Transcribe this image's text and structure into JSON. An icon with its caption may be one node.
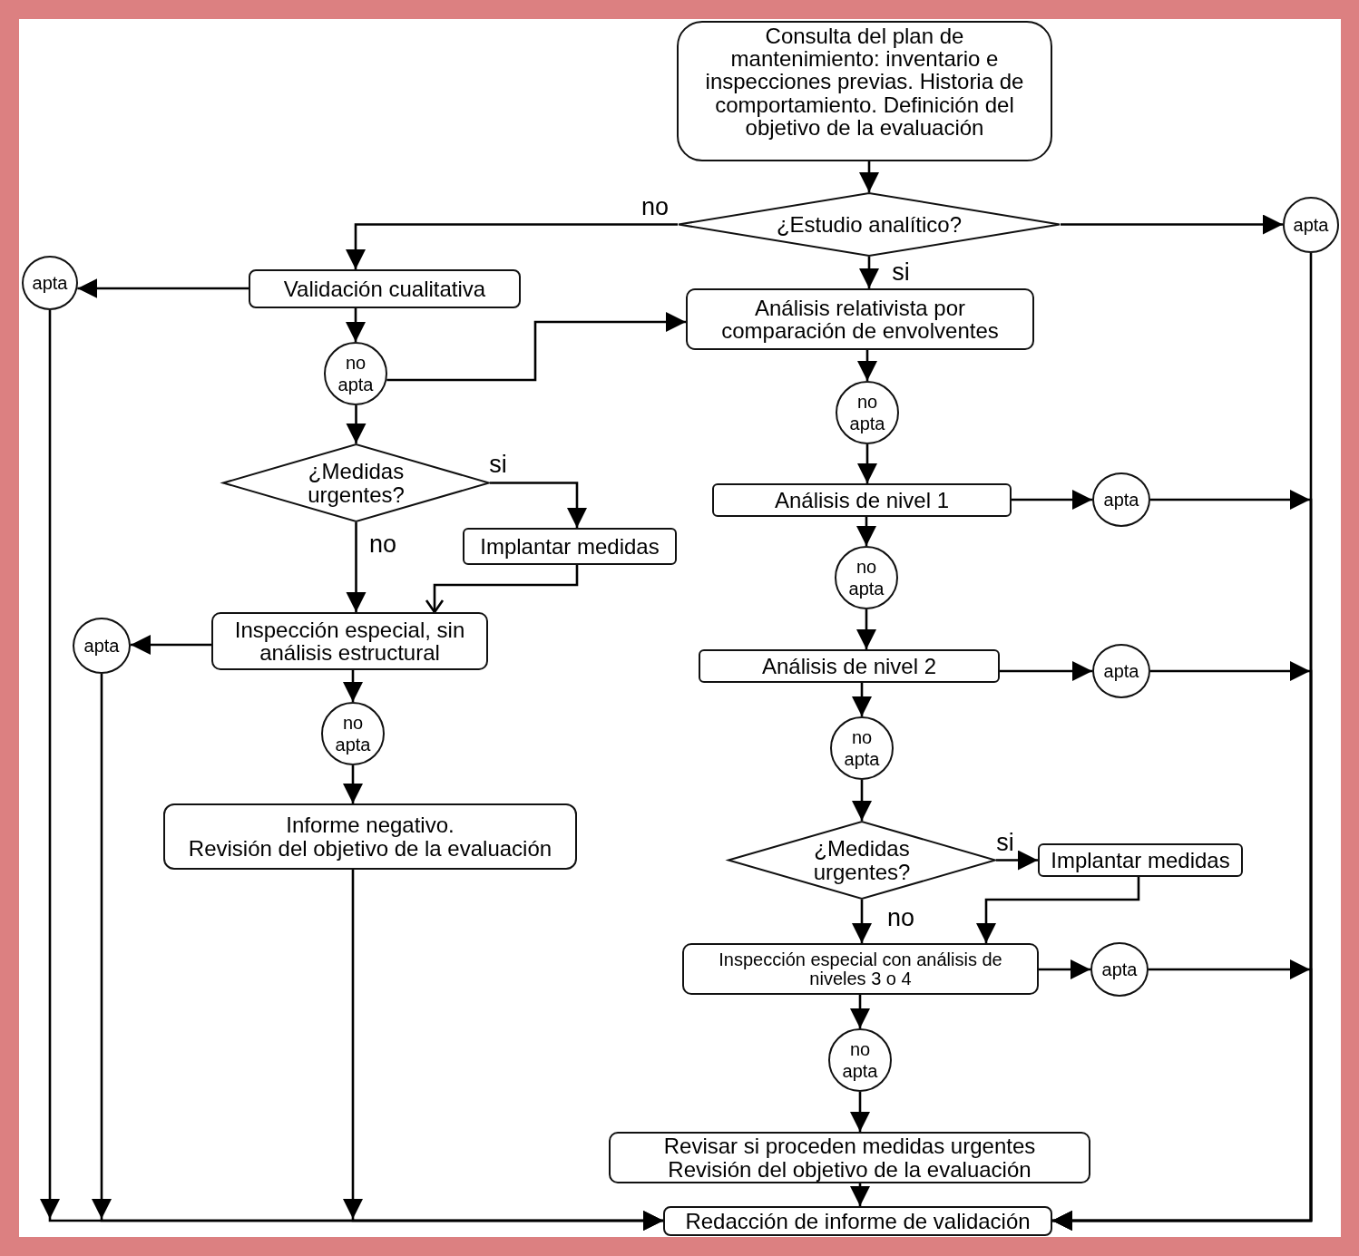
{
  "diagram": {
    "nodes": [
      {
        "text": [
          "Consulta del plan de mantenimiento: inventario e inspecciones previas. Historia de comportamiento. Definición del objetivo de la evaluación"
        ]
      },
      {
        "text": [
          "¿Estudio analítico?"
        ]
      },
      {
        "text": [
          "apta"
        ]
      },
      {
        "text": [
          "apta"
        ]
      },
      {
        "text": [
          "Validación cualitativa"
        ]
      },
      {
        "text": [
          "Análisis relativista por comparación de envolventes"
        ]
      },
      {
        "text": [
          "no apta"
        ]
      },
      {
        "text": [
          "no apta"
        ]
      },
      {
        "text": [
          "¿Medidas urgentes?"
        ]
      },
      {
        "text": [
          "Análisis de nivel 1"
        ]
      },
      {
        "text": [
          "apta"
        ]
      },
      {
        "text": [
          "Implantar medidas"
        ]
      },
      {
        "text": [
          "no apta"
        ]
      },
      {
        "text": [
          "apta"
        ]
      },
      {
        "text": [
          "Inspección especial, sin análisis estructural"
        ]
      },
      {
        "text": [
          "Análisis de nivel 2"
        ]
      },
      {
        "text": [
          "apta"
        ]
      },
      {
        "text": [
          "no apta"
        ]
      },
      {
        "text": [
          "no apta"
        ]
      },
      {
        "text": [
          "Informe negativo.",
          "Revisión del objetivo de la evaluación"
        ]
      },
      {
        "text": [
          "¿Medidas urgentes?"
        ]
      },
      {
        "text": [
          "Implantar medidas"
        ]
      },
      {
        "text": [
          "Inspección especial con análisis de niveles 3 o 4"
        ]
      },
      {
        "text": [
          "apta"
        ]
      },
      {
        "text": [
          "no apta"
        ]
      },
      {
        "text": [
          "Revisar si proceden medidas urgentes",
          "Revisión del objetivo de la evaluación"
        ]
      },
      {
        "text": [
          "Redacción de informe de validación"
        ]
      }
    ],
    "edges": [
      {
        "from": 0,
        "to": 1,
        "arrow": "to"
      },
      {
        "from": 1,
        "to": 4,
        "arrow": "to",
        "label": "no"
      },
      {
        "from": 1,
        "to": 2,
        "arrow": "to"
      },
      {
        "from": 1,
        "to": 5,
        "arrow": "to",
        "label": "si"
      },
      {
        "from": 4,
        "to": 3,
        "arrow": "to"
      },
      {
        "from": 4,
        "to": 6,
        "arrow": "to"
      },
      {
        "from": 6,
        "to": 5,
        "arrow": "to"
      },
      {
        "from": 6,
        "to": 8,
        "arrow": "to"
      },
      {
        "from": 5,
        "to": 7,
        "arrow": "to"
      },
      {
        "from": 8,
        "to": 11,
        "arrow": "to",
        "label": "si"
      },
      {
        "from": 8,
        "to": 14,
        "arrow": "to",
        "label": "no"
      },
      {
        "from": 11,
        "to": 14,
        "arrow": "to"
      },
      {
        "from": 7,
        "to": 9,
        "arrow": "to"
      },
      {
        "from": 9,
        "to": 10,
        "arrow": "to"
      },
      {
        "from": 9,
        "to": 12,
        "arrow": "to"
      },
      {
        "from": 12,
        "to": 15,
        "arrow": "to"
      },
      {
        "from": 14,
        "to": 13,
        "arrow": "to"
      },
      {
        "from": 14,
        "to": 17,
        "arrow": "to"
      },
      {
        "from": 15,
        "to": 16,
        "arrow": "to"
      },
      {
        "from": 15,
        "to": 18,
        "arrow": "to"
      },
      {
        "from": 17,
        "to": 19,
        "arrow": "to"
      },
      {
        "from": 18,
        "to": 20,
        "arrow": "to"
      },
      {
        "from": 20,
        "to": 21,
        "arrow": "to",
        "label": "si"
      },
      {
        "from": 20,
        "to": 22,
        "arrow": "to",
        "label": "no"
      },
      {
        "from": 21,
        "to": 22,
        "arrow": "to"
      },
      {
        "from": 22,
        "to": 23,
        "arrow": "to"
      },
      {
        "from": 22,
        "to": 24,
        "arrow": "to"
      },
      {
        "from": 24,
        "to": 25,
        "arrow": "to"
      },
      {
        "from": 25,
        "to": 26,
        "arrow": "to"
      },
      {
        "from": 2,
        "to": 26,
        "arrow": "to"
      },
      {
        "from": 10,
        "to": 26,
        "arrow": "to"
      },
      {
        "from": 16,
        "to": 26,
        "arrow": "to"
      },
      {
        "from": 23,
        "to": 26,
        "arrow": "to"
      },
      {
        "from": 3,
        "to": 26,
        "arrow": "to"
      },
      {
        "from": 13,
        "to": 26,
        "arrow": "to"
      },
      {
        "from": 19,
        "to": 26,
        "arrow": "to"
      }
    ]
  }
}
